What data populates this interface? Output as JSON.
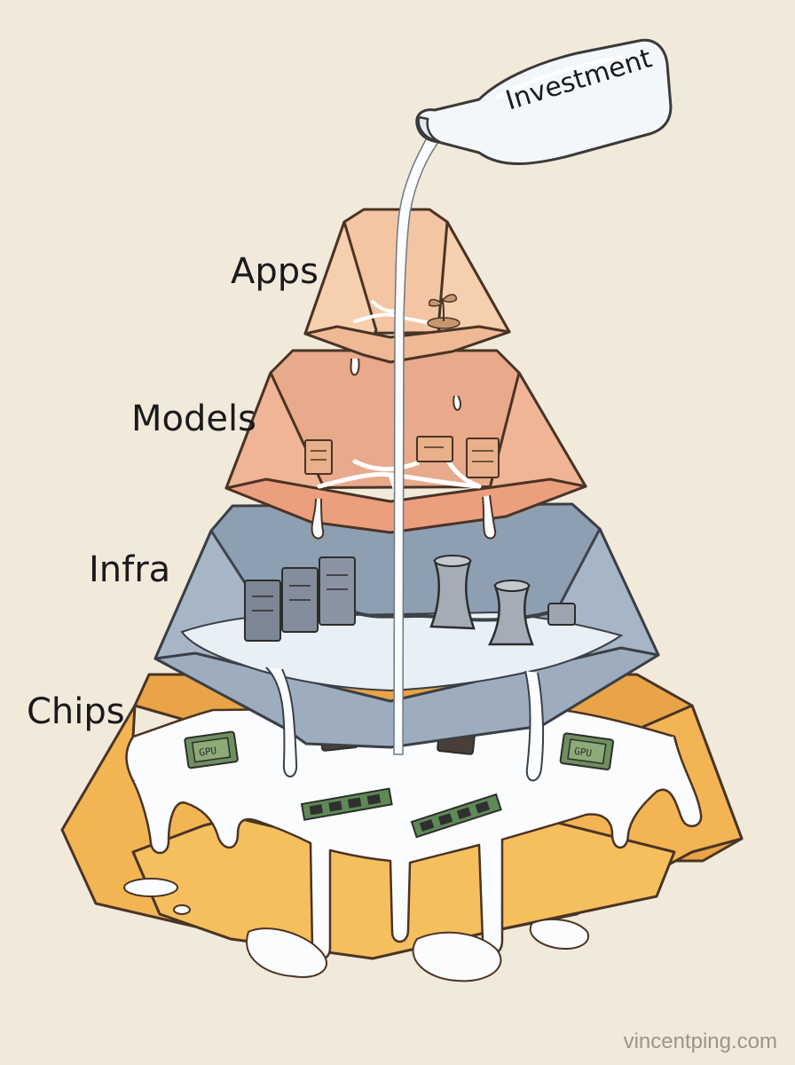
{
  "bottle": {
    "label": "Investment"
  },
  "layers": [
    {
      "id": "apps",
      "label": "Apps"
    },
    {
      "id": "models",
      "label": "Models"
    },
    {
      "id": "infra",
      "label": "Infra"
    },
    {
      "id": "chips",
      "label": "Chips"
    }
  ],
  "chips": {
    "gpu_label": "GPU"
  },
  "watermark": "vincentping.com",
  "colors": {
    "background": "#f1eadb",
    "apps": "#f6cfae",
    "models": "#f0b596",
    "infra": "#a9b8c8",
    "chips": "#f3b453",
    "milk": "#ffffff",
    "outline": "#4a3425"
  }
}
